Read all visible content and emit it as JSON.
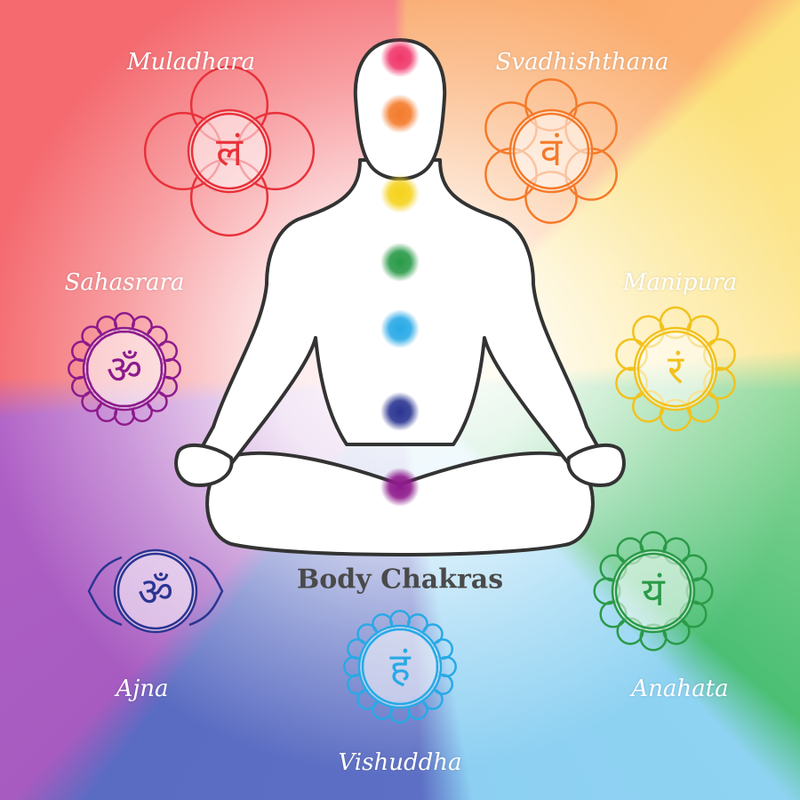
{
  "title": "Body Chakras",
  "chakras": [
    {
      "name": "Muladhara",
      "glyph": "लं",
      "color": "#e8313a",
      "petals": 4
    },
    {
      "name": "Svadhishthana",
      "glyph": "वं",
      "color": "#f47a2a",
      "petals": 6
    },
    {
      "name": "Sahasrara",
      "glyph": "ॐ",
      "color": "#8e1a8c",
      "petals": 16
    },
    {
      "name": "Manipura",
      "glyph": "रं",
      "color": "#f2c21d",
      "petals": 10
    },
    {
      "name": "Ajna",
      "glyph": "ॐ",
      "color": "#2b3592",
      "petals": 2
    },
    {
      "name": "Vishuddha",
      "glyph": "हं",
      "color": "#29a9e6",
      "petals": 16
    },
    {
      "name": "Anahata",
      "glyph": "यं",
      "color": "#2a9a48",
      "petals": 12
    }
  ],
  "spine_dots": [
    "#f0386b",
    "#f47a2a",
    "#f5d21d",
    "#2a9a48",
    "#29a9e6",
    "#2b3592",
    "#8e1a8c"
  ]
}
